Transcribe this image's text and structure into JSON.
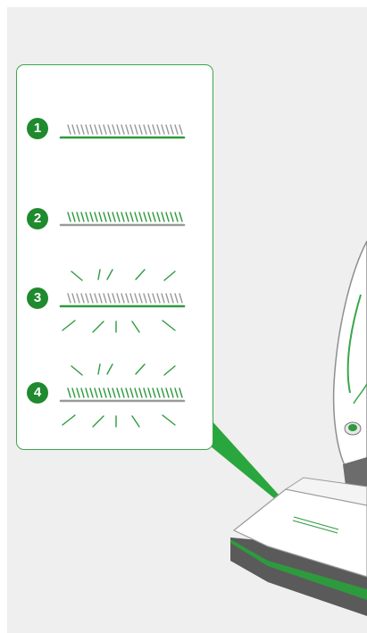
{
  "steps": [
    {
      "number": "1",
      "indicator": "grey-stripes-green-base"
    },
    {
      "number": "2",
      "indicator": "green-stripes-grey-base"
    },
    {
      "number": "3",
      "indicator": "grey-stripes-green-base-flashing"
    },
    {
      "number": "4",
      "indicator": "green-stripes-grey-base-flashing"
    }
  ],
  "colors": {
    "accent": "#1f8a2e",
    "line_green": "#2e9a3e",
    "line_grey": "#9a9a9a",
    "background": "#efefef"
  },
  "illustration": "vacuum-cleaner-icon"
}
